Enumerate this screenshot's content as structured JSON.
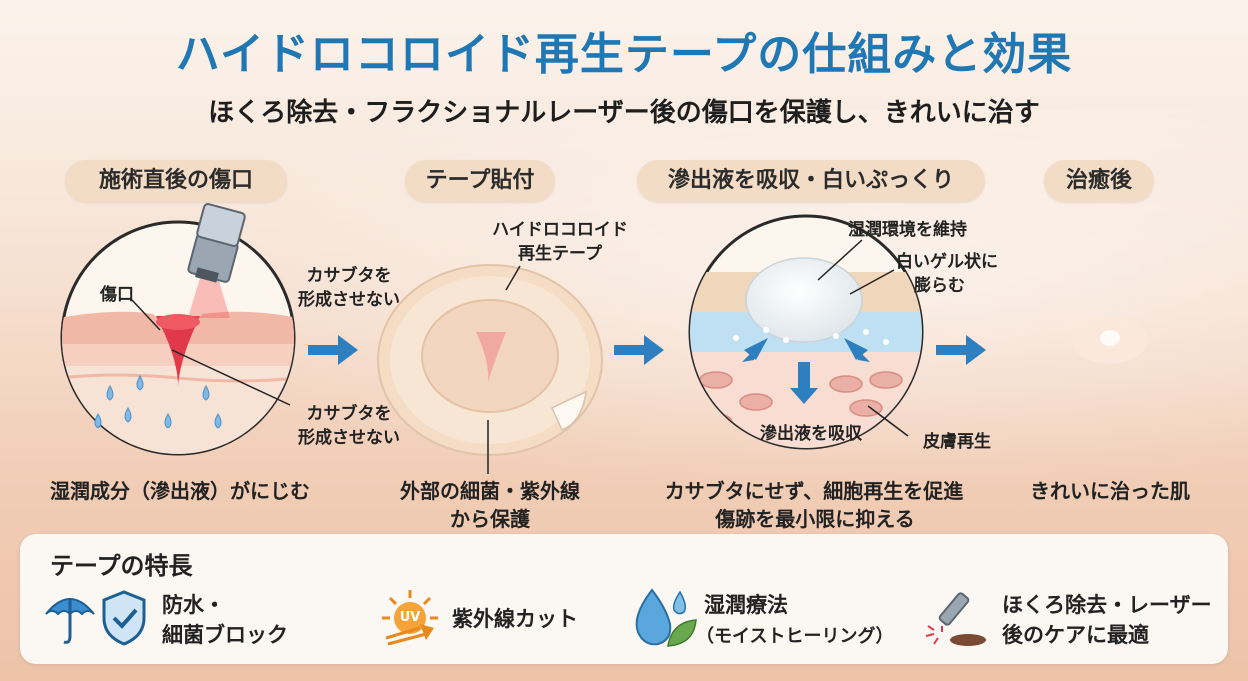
{
  "header": {
    "title": "ハイドロコロイド再生テープの仕組みと効果",
    "subtitle": "ほくろ除去・フラクショナルレーザー後の傷口を保護し、きれいに治す"
  },
  "steps": [
    {
      "label": "施術直後の傷口",
      "annotations": {
        "wound": "傷口",
        "no_scab_top_1": "カサブタを",
        "no_scab_top_2": "形成させない",
        "no_scab_bottom_1": "カサブタを",
        "no_scab_bottom_2": "形成させない"
      },
      "caption": "湿潤成分（滲出液）がにじむ"
    },
    {
      "label": "テープ貼付",
      "annotations": {
        "tape_1": "ハイドロコロイド",
        "tape_2": "再生テープ"
      },
      "caption_1": "外部の細菌・紫外線",
      "caption_2": "から保護"
    },
    {
      "label": "滲出液を吸収・白いぷっくり",
      "annotations": {
        "moist": "湿潤環境を維持",
        "gel_1": "白いゲル状に",
        "gel_2": "膨らむ",
        "absorb": "滲出液を吸収",
        "regen": "皮膚再生"
      },
      "caption_1": "カサブタにせず、細胞再生を促進",
      "caption_2": "傷跡を最小限に抑える"
    },
    {
      "label": "治癒後",
      "caption": "きれいに治った肌"
    }
  ],
  "features": {
    "title": "テープの特長",
    "items": [
      {
        "line1": "防水・",
        "line2": "細菌ブロック",
        "icons": [
          "umbrella-icon",
          "shield-check-icon"
        ]
      },
      {
        "line1": "紫外線カット",
        "badge": "UV",
        "icons": [
          "uv-sun-icon"
        ]
      },
      {
        "line1": "湿潤療法",
        "line2": "（モイストヒーリング）",
        "icons": [
          "water-drop-leaf-icon"
        ]
      },
      {
        "line1": "ほくろ除去・レーザー",
        "line2": "後のケアに最適",
        "icons": [
          "laser-device-icon"
        ]
      }
    ]
  },
  "colors": {
    "title_blue": "#1f78b4",
    "arrow_blue": "#2e7fc0",
    "pill_bg": "#f3dcc6",
    "wound_red": "#e03a4a",
    "panel_bg": "#fbf7f2"
  }
}
